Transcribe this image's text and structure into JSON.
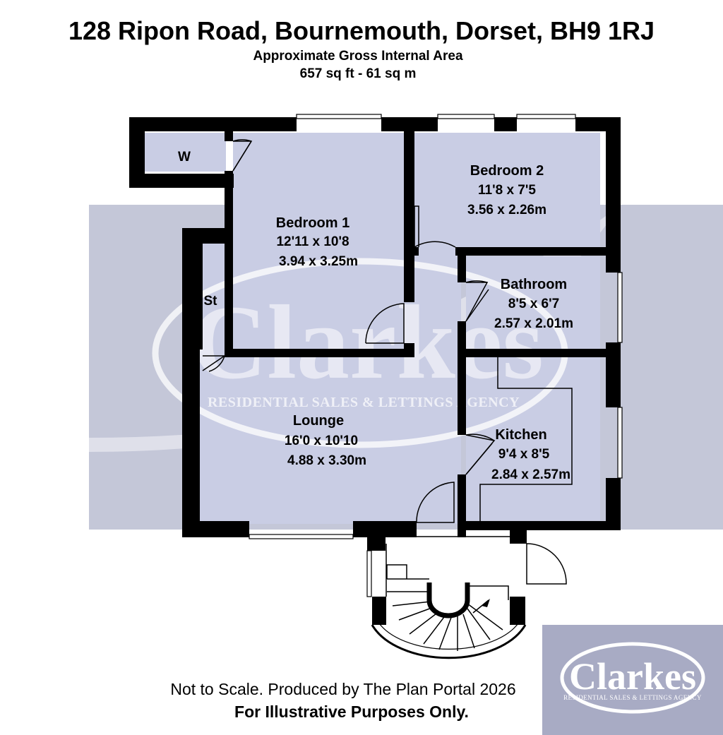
{
  "header": {
    "address": "128 Ripon Road, Bournemouth, Dorset, BH9 1RJ",
    "area_label": "Approximate Gross Internal Area",
    "area_value": "657 sq ft - 61 sq m"
  },
  "rooms": {
    "bedroom1": {
      "name": "Bedroom 1",
      "imperial": "12'11 x 10'8",
      "metric": "3.94 x 3.25m"
    },
    "bedroom2": {
      "name": "Bedroom 2",
      "imperial": "11'8 x 7'5",
      "metric": "3.56 x 2.26m"
    },
    "bathroom": {
      "name": "Bathroom",
      "imperial": "8'5 x 6'7",
      "metric": "2.57 x 2.01m"
    },
    "lounge": {
      "name": "Lounge",
      "imperial": "16'0 x 10'10",
      "metric": "4.88 x 3.30m"
    },
    "kitchen": {
      "name": "Kitchen",
      "imperial": "9'4 x 8'5",
      "metric": "2.84 x 2.57m"
    },
    "wardrobe": {
      "label": "W"
    },
    "store": {
      "label": "St"
    }
  },
  "watermark": {
    "brand": "Clarkes",
    "tagline": "RESIDENTIAL SALES & LETTINGS AGENCY"
  },
  "logo": {
    "brand": "Clarkes",
    "tagline": "RESIDENTIAL SALES & LETTINGS AGENCY"
  },
  "footer": {
    "line1": "Not to Scale. Produced by The Plan Portal 2026",
    "line2": "For Illustrative Purposes Only."
  },
  "colors": {
    "watermark_band": "#c4c7d8",
    "floor_fill": "#c9cde4",
    "wall": "#000000"
  }
}
